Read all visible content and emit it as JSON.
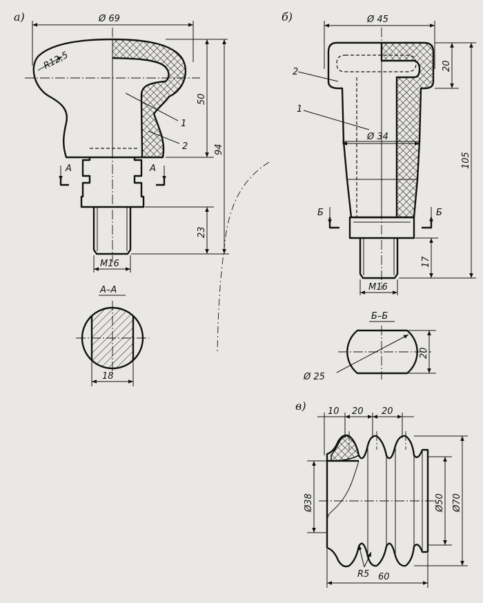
{
  "figures": {
    "a": {
      "label": "а)",
      "dims": {
        "diameter": "Ø 69",
        "radius": "R12,5",
        "h1": "50",
        "h2": "94",
        "h3": "23",
        "thread": "M16"
      },
      "leaders": {
        "one": "1",
        "two": "2"
      },
      "cut_marks": {
        "left": "А",
        "right": "А"
      },
      "section": {
        "title": "А–А",
        "width": "18"
      }
    },
    "b": {
      "label": "б)",
      "dims": {
        "diameter": "Ø 45",
        "height_top": "20",
        "inner_diameter": "Ø 34",
        "height_total": "105",
        "h_thread": "17",
        "thread": "M16"
      },
      "leaders": {
        "one": "1",
        "two": "2"
      },
      "cut_marks": {
        "left": "Б",
        "right": "Б"
      },
      "section": {
        "title": "Б–Б",
        "diameter": "Ø 25",
        "width": "20"
      }
    },
    "c": {
      "label": "в)",
      "dims": {
        "w1": "10",
        "w2": "20",
        "w3": "20",
        "d_inner": "Ø38",
        "d_mid": "Ø50",
        "d_outer": "Ø70",
        "radius": "R5",
        "length": "60"
      }
    }
  },
  "colors": {
    "paper": "#e9e8e4",
    "ink": "#111111"
  }
}
